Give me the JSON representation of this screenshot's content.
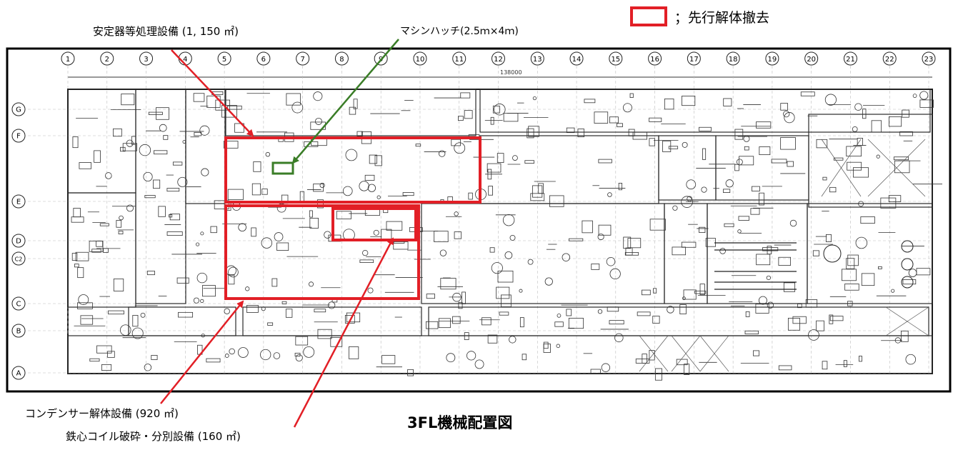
{
  "legend": {
    "symbol_color": "#e21f26",
    "text": "；先行解体撤去"
  },
  "labels": {
    "stabilizer": "安定器等処理設備 (1, 150 ㎡)",
    "hatch": "マシンハッチ(2.5ｍ×4ｍ)",
    "condenser": "コンデンサー解体設備 (920 ㎡)",
    "iron_core": "鉄心コイル破砕・分別設備 (160 ㎡)"
  },
  "title": "3FL機械配置図",
  "columns": [
    "1",
    "2",
    "3",
    "4",
    "5",
    "6",
    "7",
    "8",
    "9",
    "10",
    "11",
    "12",
    "13",
    "14",
    "15",
    "16",
    "17",
    "18",
    "19",
    "20",
    "21",
    "22",
    "23"
  ],
  "rows": [
    "G",
    "F",
    "E",
    "D",
    "C2",
    "C",
    "B",
    "A"
  ],
  "dim_total": "138000",
  "colors": {
    "red": "#e21f26",
    "green": "#3a7d27",
    "line": "#1a1a1a"
  }
}
